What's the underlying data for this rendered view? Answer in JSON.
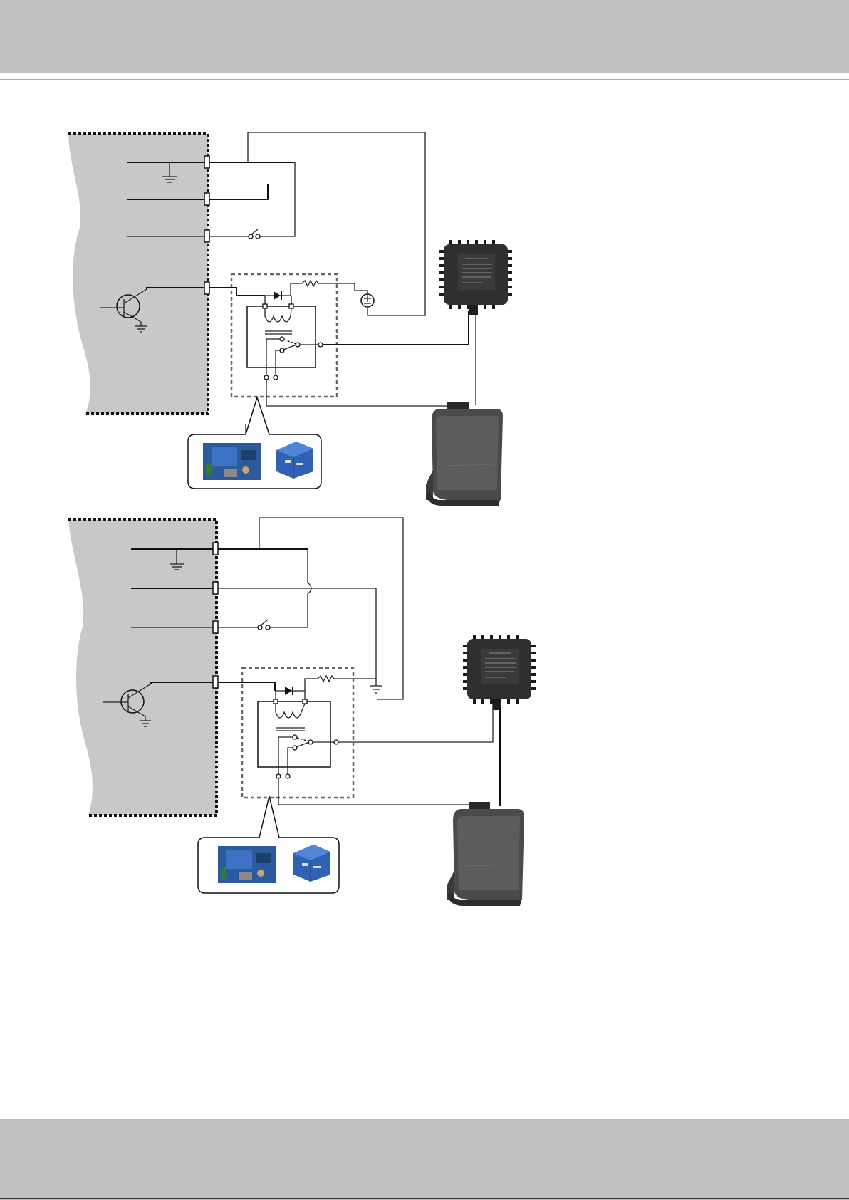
{
  "page": {
    "colors": {
      "band": "#bfc0bf",
      "panel": "#c8c8c8",
      "wire": "#111111",
      "relay_box": "#666666"
    },
    "icons": [
      "ground-icon",
      "transistor-icon",
      "switch-icon",
      "diode-icon",
      "resistor-icon",
      "coil-icon",
      "battery-icon",
      "relay-module-photo",
      "ac-adapter-photo",
      "illuminator-photo"
    ]
  },
  "diagrams": [
    {
      "id": "diagram-1",
      "variant": "external-dc-supply",
      "text": []
    },
    {
      "id": "diagram-2",
      "variant": "camera-powered",
      "text": []
    }
  ]
}
